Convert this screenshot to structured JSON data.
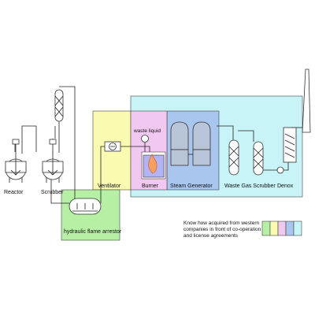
{
  "zones": {
    "cyan": {
      "color": "#c8f4f8"
    },
    "blue": {
      "color": "#a9c6ef"
    },
    "yellow": {
      "color": "#fafab0"
    },
    "magenta": {
      "color": "#f0c8f0"
    },
    "green": {
      "color": "#b6f0a4"
    }
  },
  "equipment": {
    "reactor": "Reactor",
    "scrubber": "Scrubber",
    "hydraulic_flame_arrestor": "hydraulic flame arrestor",
    "ventilator": "Ventilator",
    "waste_liquid": "waste liquid",
    "burner": "Burner",
    "steam_generator": "Steam Generator",
    "waste_gas_scrubber": "Waste Gas Scrubber",
    "denox": "Denox"
  },
  "legend": {
    "lines": [
      "Know how acquired from western",
      "companies in front of co-operation",
      "and license agreements"
    ],
    "swatches": [
      "#b6f0a4",
      "#fafab0",
      "#f0c8f0",
      "#a9c6ef",
      "#c8f4f8"
    ]
  }
}
